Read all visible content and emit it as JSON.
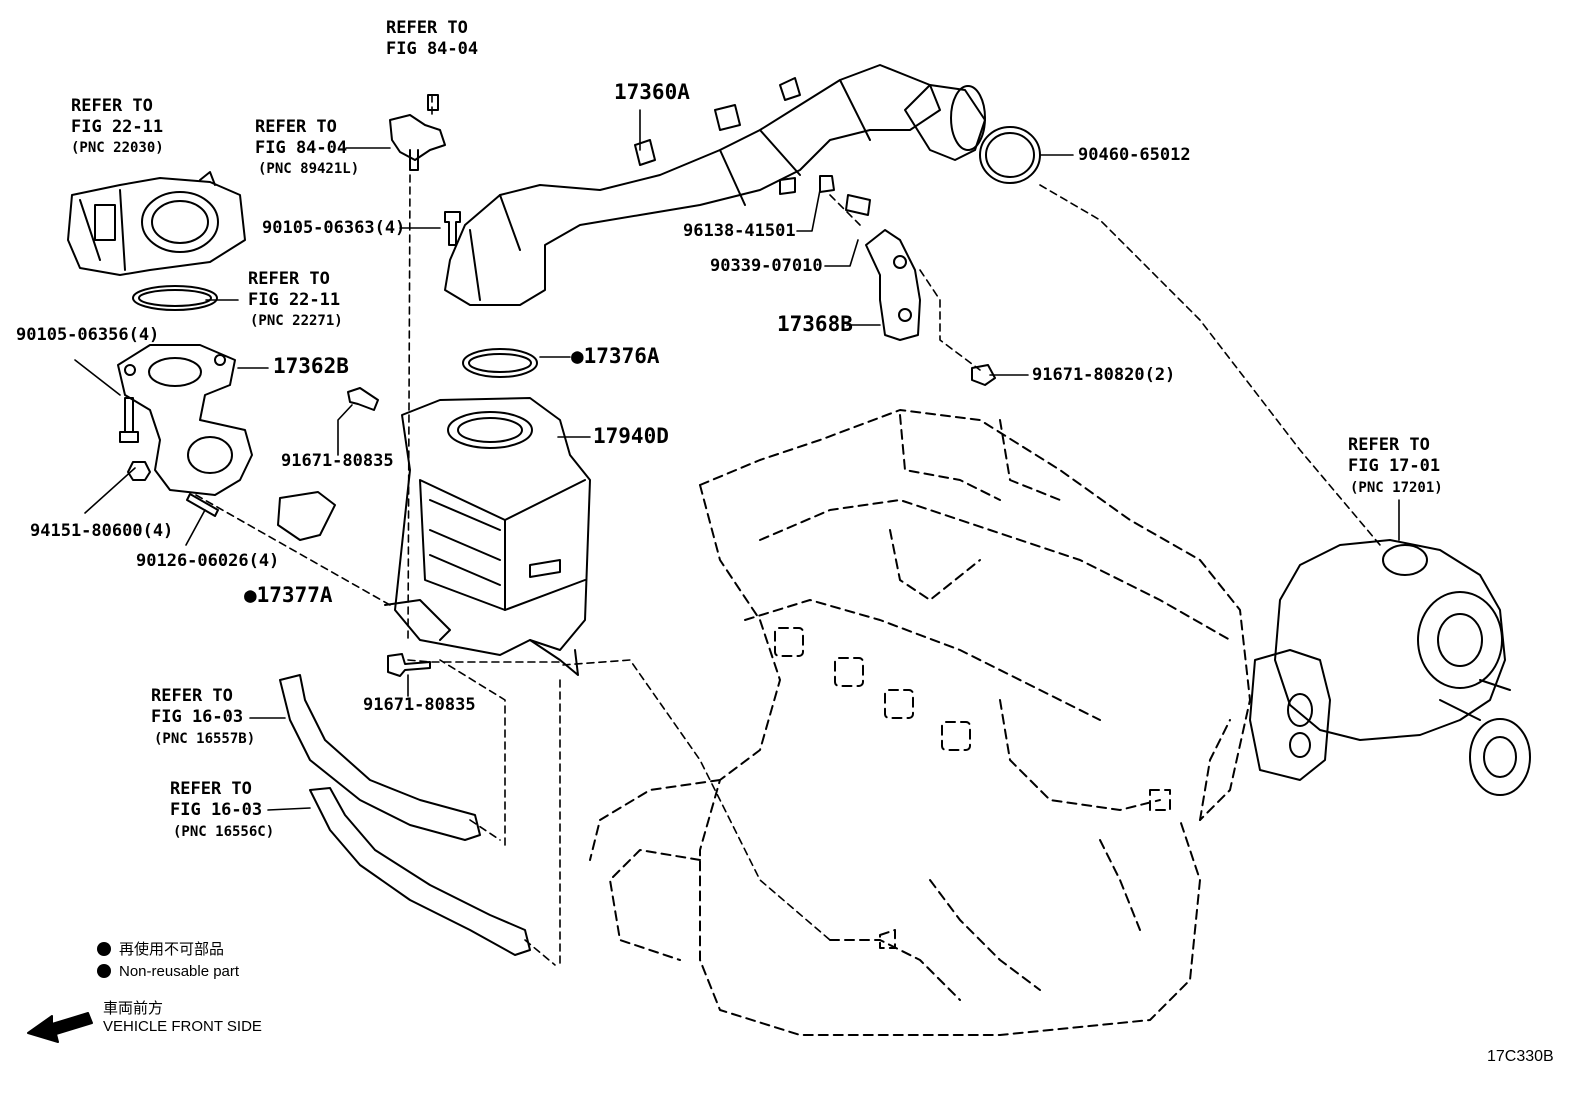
{
  "callouts": {
    "refer_84_04_top": {
      "l1": "REFER TO",
      "l2": "FIG 84-04"
    },
    "refer_22_11_a": {
      "l1": "REFER TO",
      "l2": "FIG 22-11",
      "pnc": "(PNC 22030)"
    },
    "refer_84_04_b": {
      "l1": "REFER TO",
      "l2": "FIG 84-04",
      "pnc": "(PNC 89421L)"
    },
    "refer_22_11_b": {
      "l1": "REFER TO",
      "l2": "FIG 22-11",
      "pnc": "(PNC 22271)"
    },
    "refer_17_01": {
      "l1": "REFER TO",
      "l2": "FIG 17-01",
      "pnc": "(PNC 17201)"
    },
    "refer_16_03_a": {
      "l1": "REFER TO",
      "l2": "FIG 16-03",
      "pnc": "(PNC 16557B)"
    },
    "refer_16_03_b": {
      "l1": "REFER TO",
      "l2": "FIG 16-03",
      "pnc": "(PNC 16556C)"
    }
  },
  "parts": {
    "p17360A": "17360A",
    "p90460": "90460-65012",
    "p90105_06363": "90105-06363(4)",
    "p96138": "96138-41501",
    "p90339": "90339-07010",
    "p17368B": "17368B",
    "p90105_06356": "90105-06356(4)",
    "p17362B": "17362B",
    "p17376A": "●17376A",
    "p91671_80820": "91671-80820(2)",
    "p91671_80835_a": "91671-80835",
    "p17940D": "17940D",
    "p94151": "94151-80600(4)",
    "p90126": "90126-06026(4)",
    "p17377A": "●17377A",
    "p91671_80835_b": "91671-80835"
  },
  "legend": {
    "non_reusable_jp": "再使用不可部品",
    "non_reusable_en": "Non-reusable part",
    "front_jp": "車両前方",
    "front_en": "VEHICLE FRONT SIDE"
  },
  "figure_code": "17C330B"
}
